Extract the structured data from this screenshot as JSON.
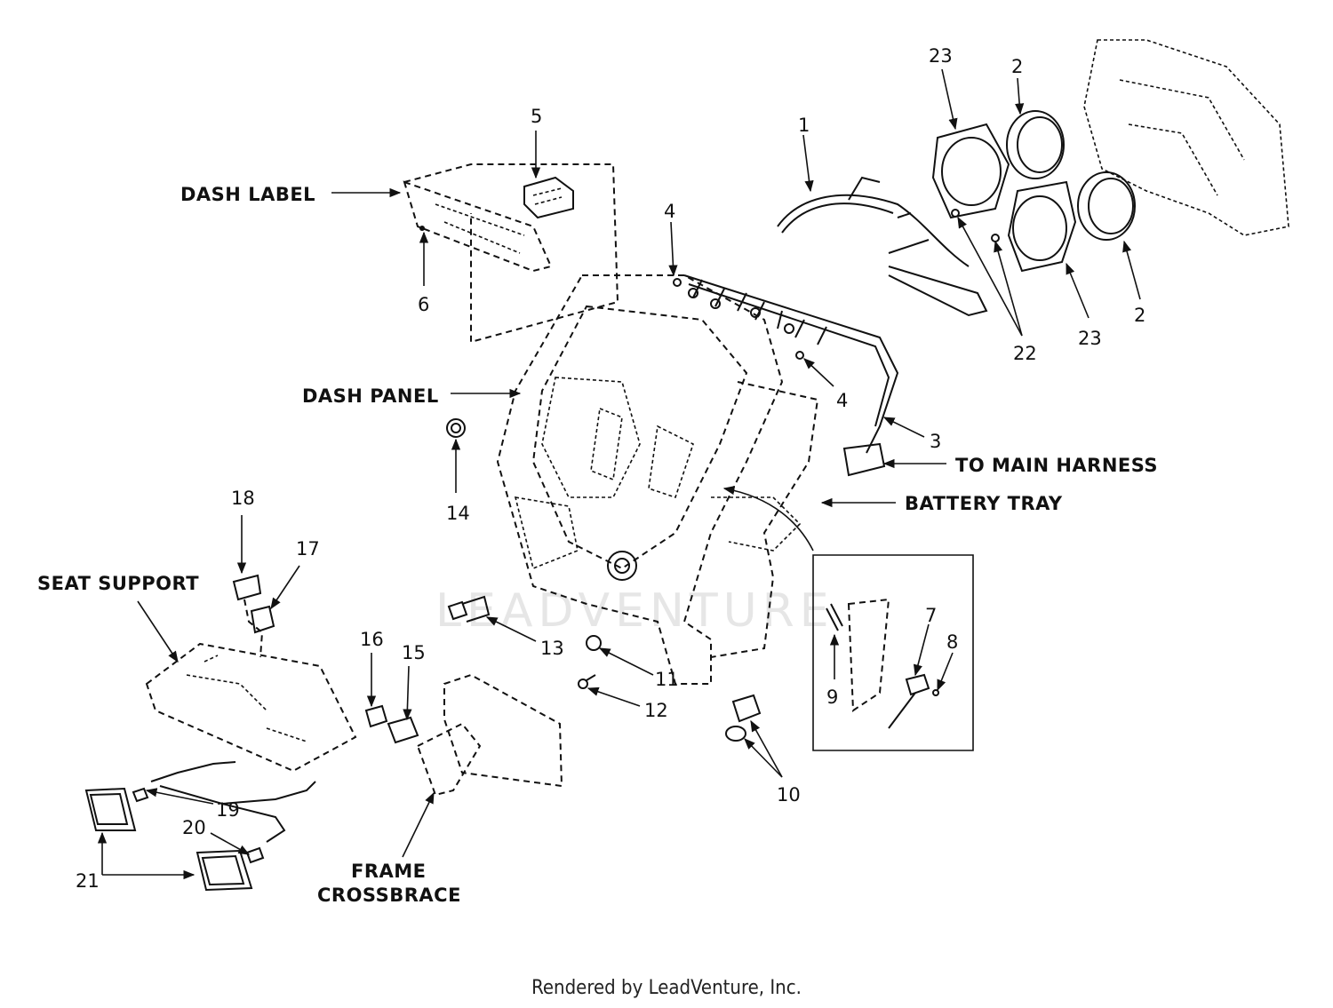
{
  "watermark": "LEADVENTURE",
  "footer": "Rendered by LeadVenture, Inc.",
  "parts": {
    "p1": "1",
    "p2a": "2",
    "p2b": "2",
    "p3": "3",
    "p4a": "4",
    "p4b": "4",
    "p5": "5",
    "p6": "6",
    "p7": "7",
    "p8": "8",
    "p9": "9",
    "p10": "10",
    "p11": "11",
    "p12": "12",
    "p13": "13",
    "p14": "14",
    "p15": "15",
    "p16": "16",
    "p17": "17",
    "p18": "18",
    "p19": "19",
    "p20": "20",
    "p21": "21",
    "p22": "22",
    "p23a": "23",
    "p23b": "23"
  },
  "callouts": {
    "dash_label": "DASH LABEL",
    "dash_panel": "DASH PANEL",
    "to_main_harness": "TO MAIN HARNESS",
    "battery_tray": "BATTERY TRAY",
    "seat_support": "SEAT SUPPORT",
    "frame": "FRAME",
    "crossbrace": "CROSSBRACE"
  }
}
